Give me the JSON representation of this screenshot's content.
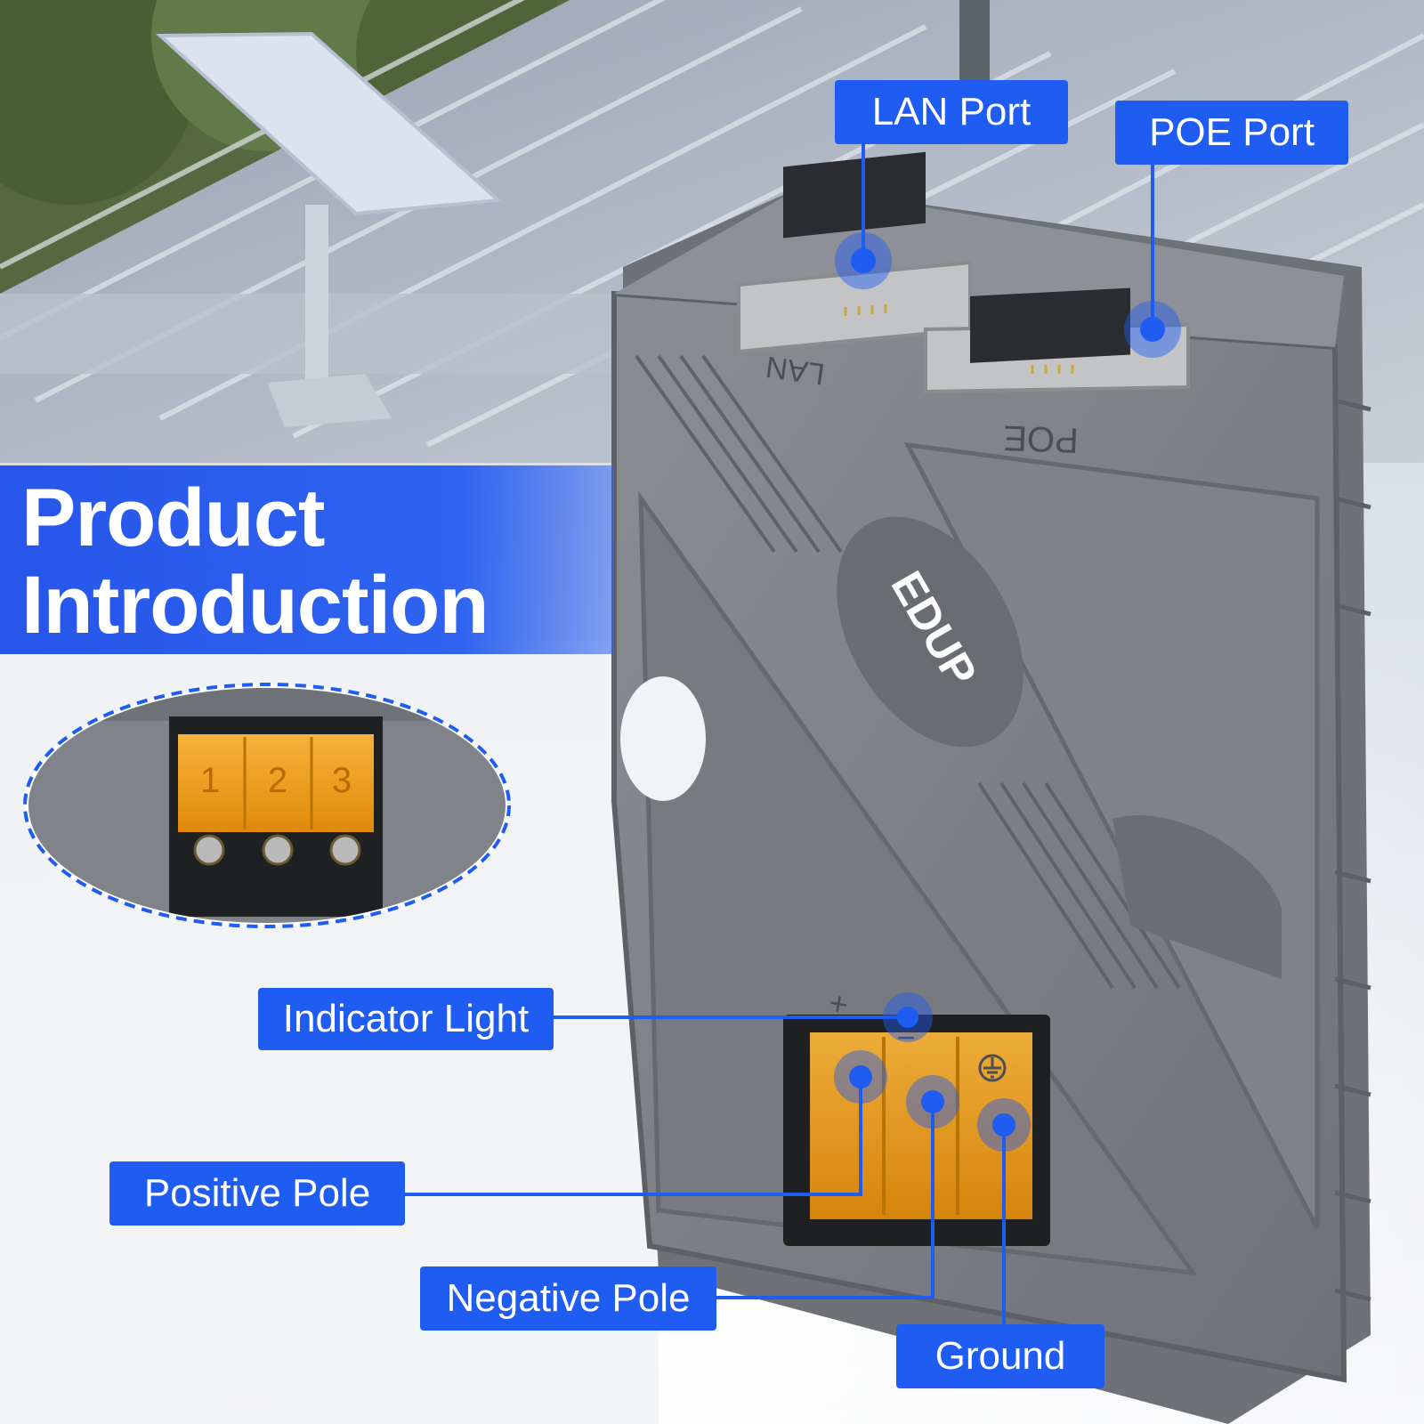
{
  "title": {
    "line1": "Product",
    "line2": "Introduction"
  },
  "callouts": {
    "lan_port": "LAN Port",
    "poe_port": "POE Port",
    "indicator_light": "Indicator Light",
    "positive_pole": "Positive Pole",
    "negative_pole": "Negative Pole",
    "ground": "Ground"
  },
  "device_labels": {
    "lan": "LAN",
    "poe": "POE",
    "brand": "EDUP",
    "plus": "+",
    "minus": "−"
  },
  "terminal_numbers": [
    "1",
    "2",
    "3"
  ],
  "colors": {
    "accent_blue": "#1e5cf2",
    "device_gray": "#7b7f84",
    "terminal_orange": "#f5a623"
  }
}
